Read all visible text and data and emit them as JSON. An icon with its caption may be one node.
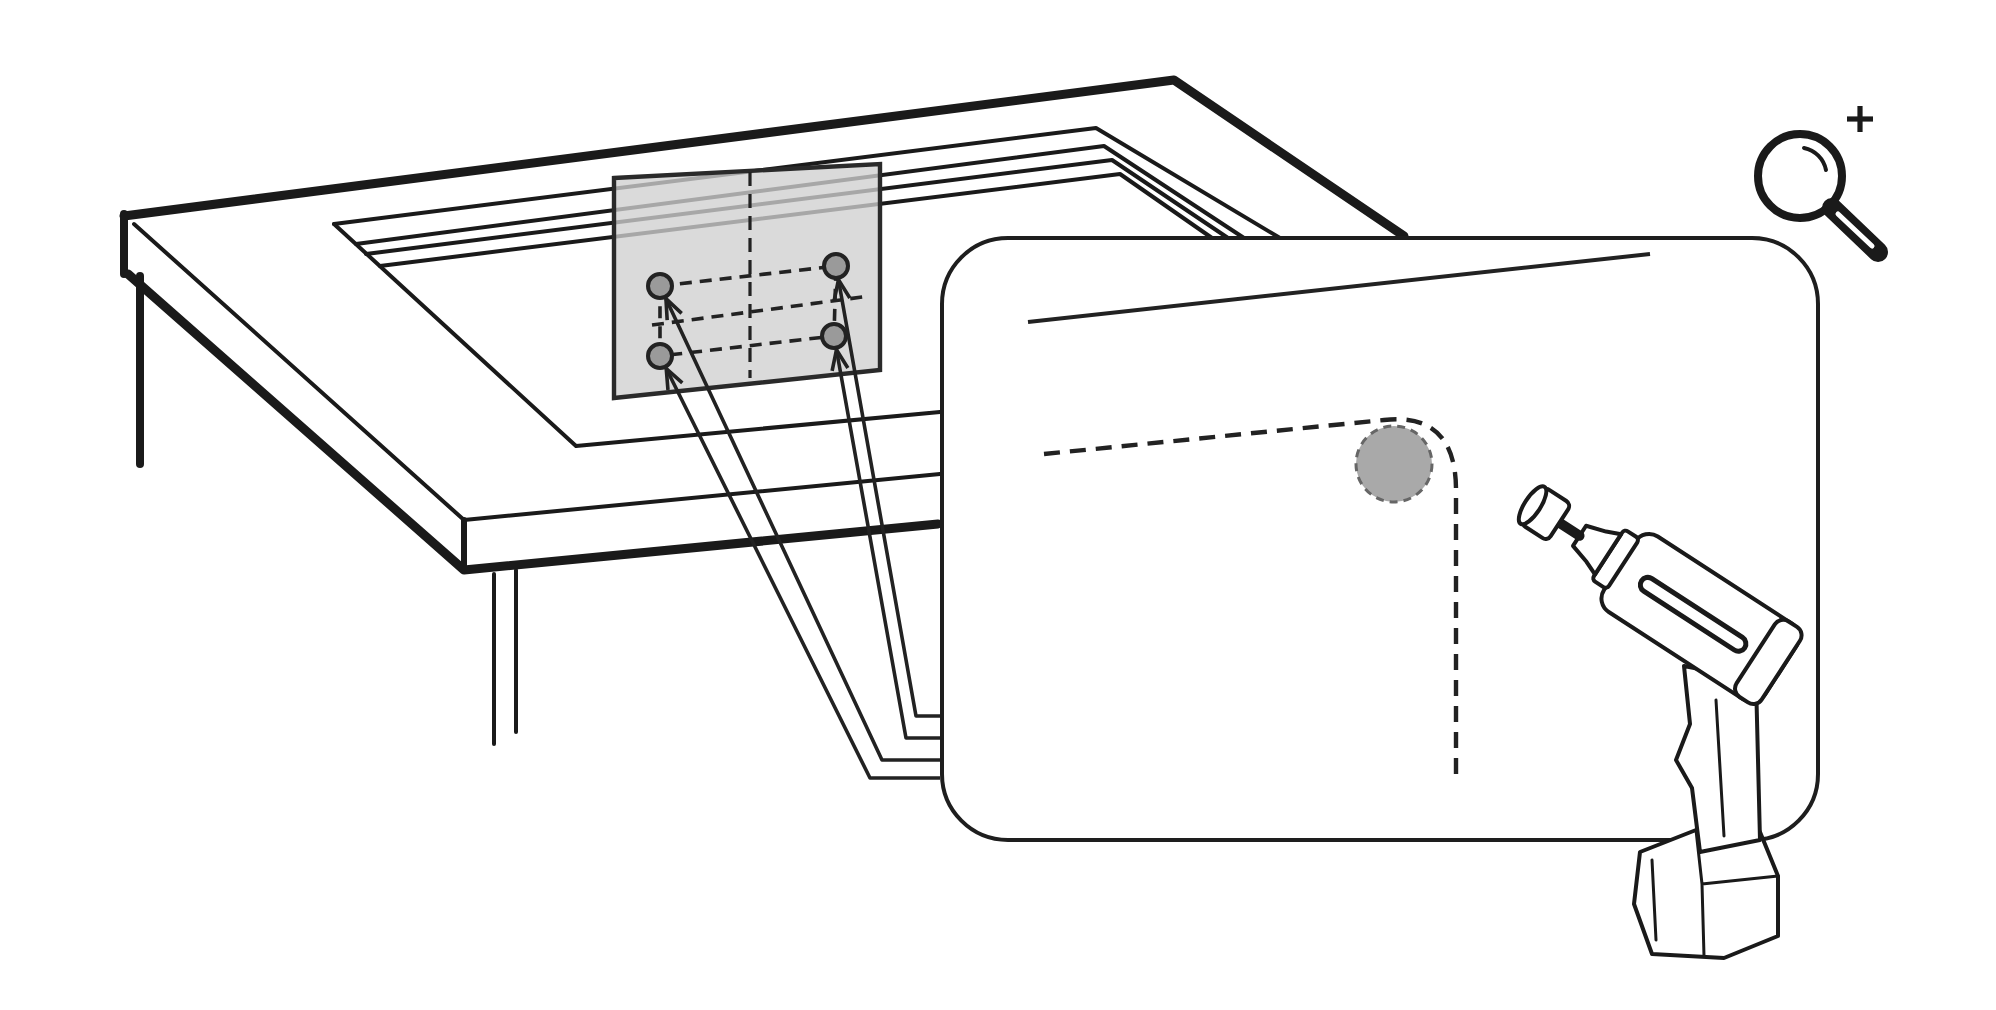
{
  "diagram": {
    "nodes": [
      {
        "text": [],
        "shape": "box"
      },
      {
        "text": [],
        "shape": "circle",
        "in": 0
      },
      {
        "text": [],
        "shape": "circle",
        "in": 0
      },
      {
        "text": [],
        "shape": "circle",
        "in": 0
      },
      {
        "text": [],
        "shape": "circle",
        "in": 0
      },
      {
        "text": [],
        "shape": "box"
      }
    ],
    "edges": [
      {
        "from": 5,
        "to": 2,
        "arrow": "to"
      },
      {
        "from": 5,
        "to": 4,
        "arrow": "to"
      },
      {
        "from": 5,
        "to": 1,
        "arrow": "to"
      },
      {
        "from": 5,
        "to": 3,
        "arrow": "to"
      }
    ]
  }
}
